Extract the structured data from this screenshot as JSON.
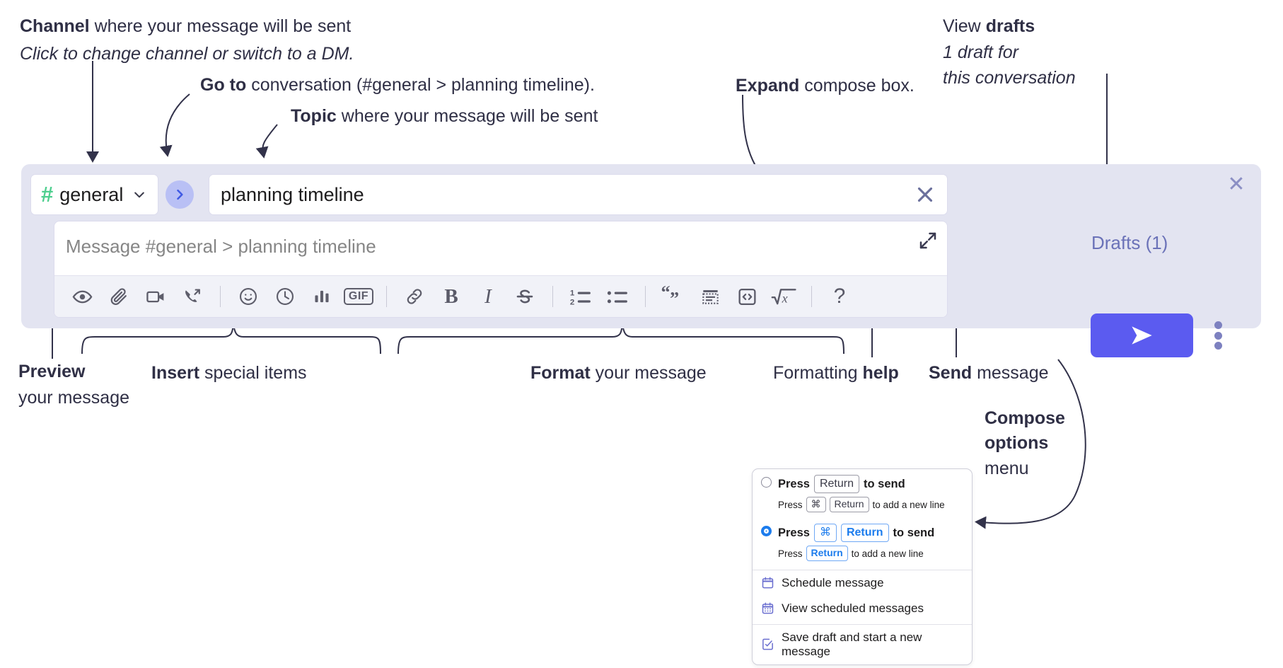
{
  "annotations": {
    "channel": {
      "line1_bold": "Channel",
      "line1_rest": " where your message will be sent",
      "line2_italic": "Click to change channel or switch to a DM."
    },
    "goto": {
      "bold": "Go to",
      "rest": " conversation (#general > planning timeline)."
    },
    "topic": {
      "bold": "Topic",
      "rest": " where your message will be sent"
    },
    "expand": {
      "bold": "Expand",
      "rest": " compose box."
    },
    "drafts": {
      "line1_plain": "View ",
      "line1_bold": "drafts",
      "line2_italic": "1 draft for",
      "line3_italic": "this conversation"
    },
    "preview": {
      "bold": "Preview",
      "rest": "your message"
    },
    "insert": {
      "bold": "Insert",
      "rest": " special items"
    },
    "format": {
      "bold": "Format",
      "rest": " your message"
    },
    "help": {
      "plain": "Formatting ",
      "bold": "help"
    },
    "send": {
      "bold": "Send",
      "rest": " message"
    },
    "compose_options": {
      "line1": "Compose",
      "line2": "options",
      "line3": "menu"
    }
  },
  "compose": {
    "channel": {
      "hash": "#",
      "name": "general"
    },
    "goto_button_label": "go-to-conversation",
    "topic": {
      "value": "planning timeline"
    },
    "message": {
      "placeholder": "Message #general > planning timeline",
      "value": ""
    },
    "drafts_label": "Drafts (1)",
    "toolbar": [
      {
        "name": "preview-icon",
        "label": "Preview"
      },
      {
        "name": "attachment-icon",
        "label": "Attach file"
      },
      {
        "name": "video-camera-icon",
        "label": "Video clip"
      },
      {
        "name": "audio-clip-icon",
        "label": "Audio clip"
      },
      {
        "name": "separator",
        "label": ""
      },
      {
        "name": "emoji-icon",
        "label": "Emoji"
      },
      {
        "name": "clock-icon",
        "label": "Reminder"
      },
      {
        "name": "poll-icon",
        "label": "Poll"
      },
      {
        "name": "gif-icon",
        "label": "GIF"
      },
      {
        "name": "separator",
        "label": ""
      },
      {
        "name": "link-icon",
        "label": "Link"
      },
      {
        "name": "bold-icon",
        "label": "B"
      },
      {
        "name": "italic-icon",
        "label": "I"
      },
      {
        "name": "strikethrough-icon",
        "label": "S"
      },
      {
        "name": "separator",
        "label": ""
      },
      {
        "name": "ordered-list-icon",
        "label": "Ordered list"
      },
      {
        "name": "bullet-list-icon",
        "label": "Bulleted list"
      },
      {
        "name": "separator",
        "label": ""
      },
      {
        "name": "blockquote-icon",
        "label": "Blockquote"
      },
      {
        "name": "code-block-icon",
        "label": "Code block"
      },
      {
        "name": "inline-code-icon",
        "label": "Code"
      },
      {
        "name": "math-icon",
        "label": "Math"
      },
      {
        "name": "separator",
        "label": ""
      },
      {
        "name": "help-icon",
        "label": "?"
      }
    ]
  },
  "menu": {
    "options": [
      {
        "selected": false,
        "main": {
          "press": "Press",
          "key": "Return",
          "tail": "to send"
        },
        "sub": {
          "press": "Press",
          "key1": "⌘",
          "key2": "Return",
          "tail": "to add a new line"
        }
      },
      {
        "selected": true,
        "main": {
          "press": "Press",
          "key1": "⌘",
          "key2": "Return",
          "tail": "to send"
        },
        "sub": {
          "press": "Press",
          "key": "Return",
          "tail": "to add a new line"
        }
      }
    ],
    "items": [
      {
        "icon": "calendar-schedule-icon",
        "label": "Schedule message"
      },
      {
        "icon": "calendar-grid-icon",
        "label": "View scheduled messages"
      },
      {
        "icon": "save-draft-icon",
        "label": "Save draft and start a new message"
      }
    ]
  },
  "colors": {
    "compose_bg": "#e3e4f1",
    "accent_purple": "#5b5bf0",
    "goto_bubble": "#b9c0f5",
    "hash_green": "#4fcf8f",
    "drafts_text": "#6b72b8",
    "radio_blue": "#1c7ced",
    "menu_icon": "#6b6fd0"
  }
}
